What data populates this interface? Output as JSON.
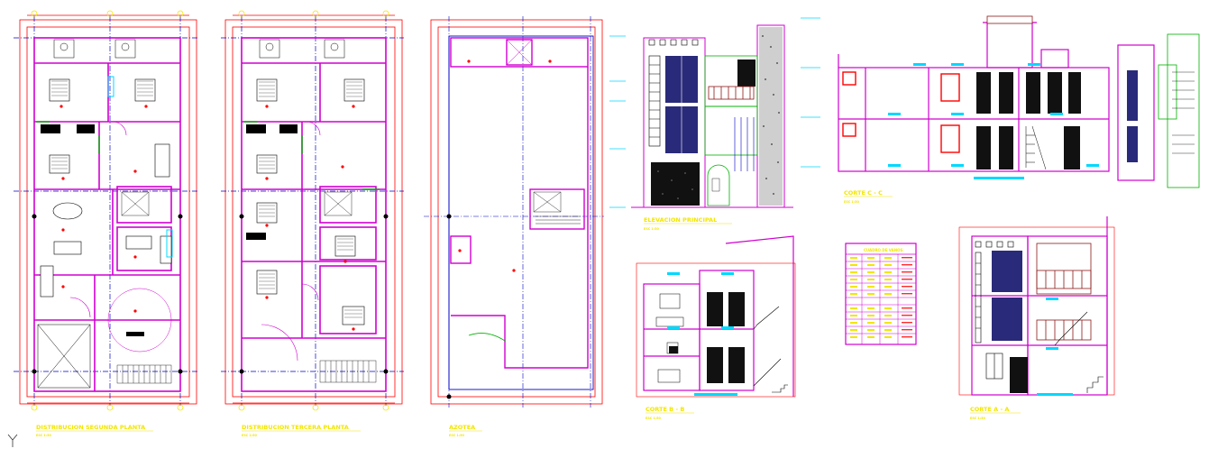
{
  "colors": {
    "wall": "#d000d0",
    "dimension": "#ff0000",
    "axis": "#0000c8",
    "grid": "#f2e600",
    "glass": "#00b000",
    "cyan": "#00d8ff",
    "title": "#f2e600",
    "detail": "#000000"
  },
  "drawings": {
    "plan_second": {
      "title": "DISTRIBUCION SEGUNDA PLANTA",
      "scale": "ESC 1:50"
    },
    "plan_third": {
      "title": "DISTRIBUCION TERCERA PLANTA",
      "scale": "ESC 1:50"
    },
    "roof": {
      "title": "AZOTEA",
      "scale": "ESC 1:50"
    },
    "elevation": {
      "title": "ELEVACION PRINCIPAL",
      "scale": "ESC 1:50"
    },
    "section_cc": {
      "title": "CORTE C - C",
      "scale": "ESC 1:50"
    },
    "section_bb": {
      "title": "CORTE B - B",
      "scale": "ESC 1:50"
    },
    "section_aa": {
      "title": "CORTE A - A",
      "scale": "ESC 1:50"
    }
  },
  "schedule": {
    "title": "CUADRO DE VANOS",
    "rows": 12,
    "cols": 4
  },
  "ucs_icon": "ucs-y-axis-icon"
}
